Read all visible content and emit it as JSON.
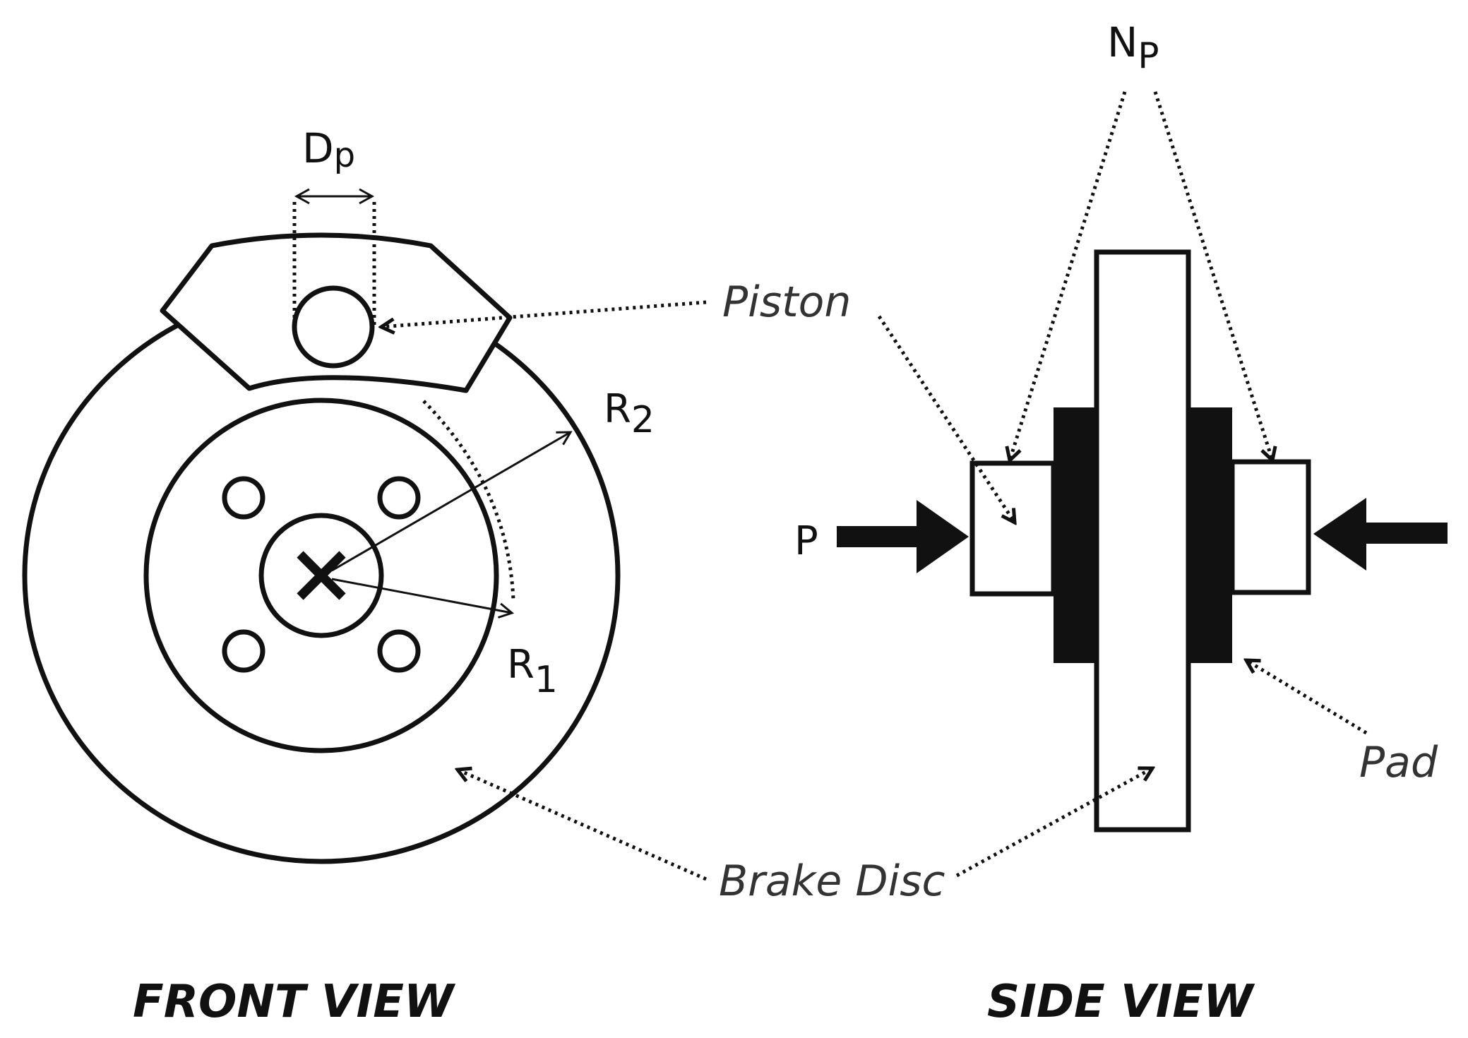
{
  "labels": {
    "dp_main": "D",
    "dp_sub": "p",
    "np_main": "N",
    "np_sub": "P",
    "r1_main": "R",
    "r1_sub": "1",
    "r2_main": "R",
    "r2_sub": "2",
    "p_force": "P",
    "piston": "Piston",
    "pad": "Pad",
    "brake_disc": "Brake Disc",
    "front_view": "FRONT VIEW",
    "side_view": "SIDE VIEW"
  }
}
